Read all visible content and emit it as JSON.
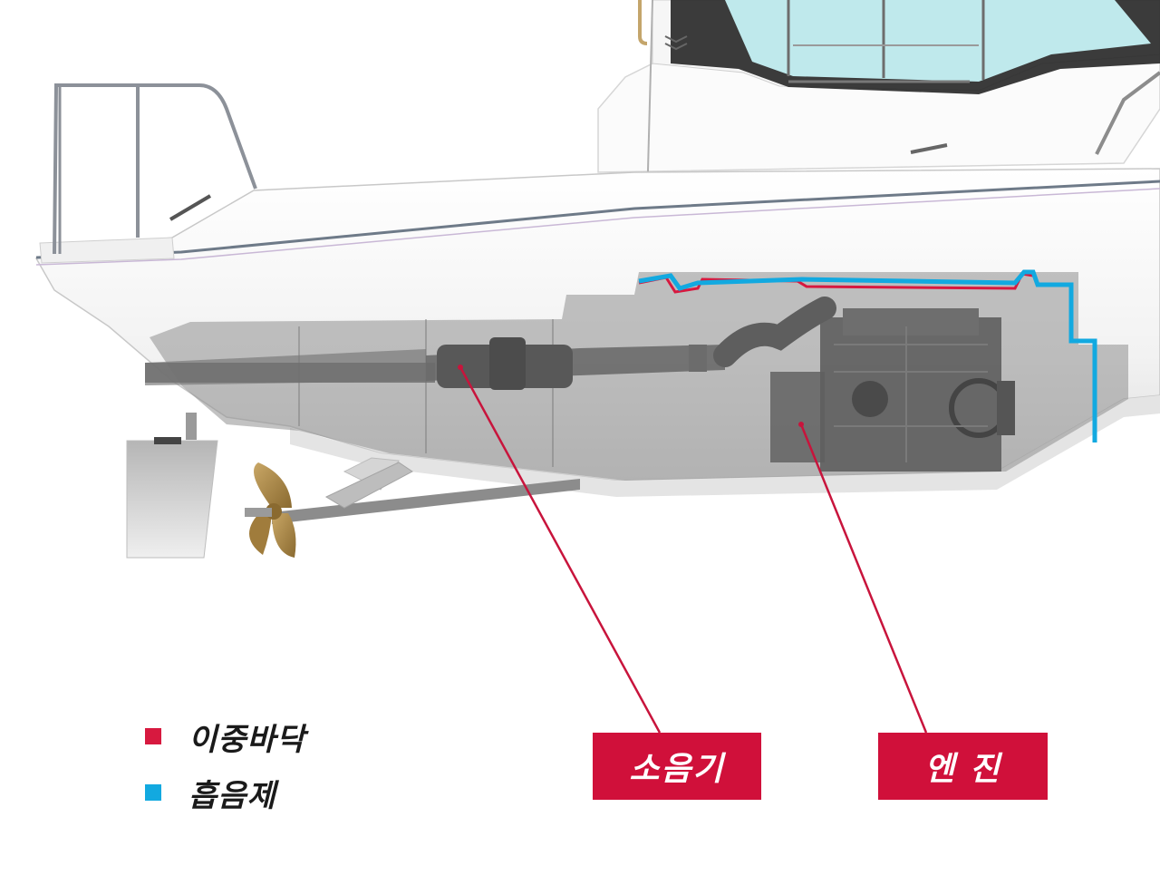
{
  "legend": {
    "items": [
      {
        "label": "이중바닥",
        "color": "#d7193f"
      },
      {
        "label": "흡음제",
        "color": "#12a9e0"
      }
    ]
  },
  "callouts": {
    "muffler": {
      "label": "소음기",
      "color": "#d0103a"
    },
    "engine": {
      "label": "엔 진",
      "color": "#d0103a"
    }
  },
  "colors": {
    "hull": "#f4f4f4",
    "hull_shadow": "#d9d9d9",
    "cutaway": "#9a9a9a",
    "machinery": "#6c6c6c",
    "propeller": "#b08a4a",
    "glass": "#bfe9ec",
    "leader_line": "#c8143c"
  }
}
